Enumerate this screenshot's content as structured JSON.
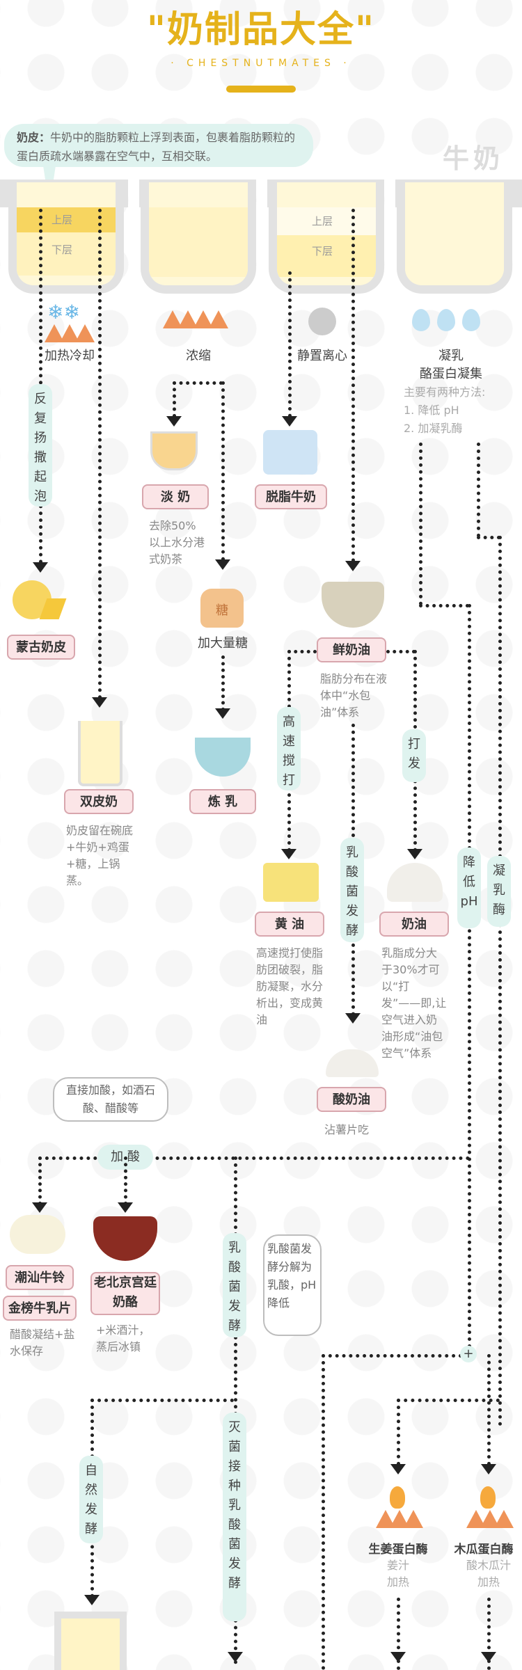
{
  "header": {
    "title": "\"奶制品大全\"",
    "subtitle": "· CHESTNUTMATES ·",
    "side_title": "牛奶"
  },
  "callout": {
    "term": "奶皮：",
    "text": "牛奶中的脂肪颗粒上浮到表面，包裹着脂肪颗粒的蛋白质疏水端暴露在空气中，互相交联。"
  },
  "beakers": [
    {
      "top": "上层",
      "bottom": "下层"
    },
    {
      "top": "",
      "bottom": ""
    },
    {
      "top": "上层",
      "bottom": "下层"
    },
    {
      "top": "",
      "bottom": ""
    }
  ],
  "processes": {
    "heat_cool": "加热冷却",
    "concentrate": "浓缩",
    "settle": "静置离心",
    "coagulate": "凝乳",
    "coagulate_sub": "酪蛋白凝集",
    "methods_title": "主要有两种方法:",
    "method1": "1. 降低 pH",
    "method2": "2. 加凝乳酶"
  },
  "steps": {
    "whip": "反复扬撒起泡",
    "high_speed": "高速搅打",
    "beat": "打发",
    "lactic": "乳酸菌发酵",
    "lower_ph": "降低pH",
    "rennet": "凝乳酶",
    "add_acid": "加 酸",
    "lactic2": "乳酸菌发酵",
    "natural": "自然发酵",
    "sterilize": "灭菌 接种 乳酸菌发酵",
    "plus": "+"
  },
  "products": {
    "mongol": "蒙古奶皮",
    "double": "双皮奶",
    "double_desc": "奶皮留在碗底+牛奶+鸡蛋+糖，上锅蒸。",
    "evap": "淡 奶",
    "evap_desc": "去除50%以上水分港式奶茶",
    "sugar_text": "糖",
    "add_sugar": "加大量糖",
    "condensed": "炼 乳",
    "skim": "脱脂牛奶",
    "cream": "鲜奶油",
    "cream_desc": "脂肪分布在液体中“水包油”体系",
    "butter": "黄 油",
    "butter_desc": "高速搅打使脂肪团破裂，脂肪凝聚，水分析出，变成黄油",
    "whipped": "奶油",
    "whipped_desc": "乳脂成分大于30%才可以“打发”——即,让空气进入奶油形成“油包空气”体系",
    "sour": "酸奶油",
    "sour_desc": "沾薯片吃",
    "chaoshan": "潮汕牛铃",
    "jinbang": "金榜牛乳片",
    "chaoshan_desc": "醋酸凝结+盐水保存",
    "beijing": "老北京宫廷奶酪",
    "beijing_desc": "+米酒汁，蒸后冰镇",
    "ginger_enzyme": "生姜蛋白酶",
    "ginger_desc": "姜汁加热",
    "papaya_enzyme": "木瓜蛋白酶",
    "papaya_desc": "酸木瓜汁加热"
  },
  "notes": {
    "acid_note": "直接加酸，如酒石酸、醋酸等",
    "lactic_note": "乳酸菌发酵分解为乳酸，pH降低"
  },
  "colors": {
    "accent": "#e5b21b",
    "mint": "#dff3ef",
    "pink": "#fbe5e7"
  }
}
